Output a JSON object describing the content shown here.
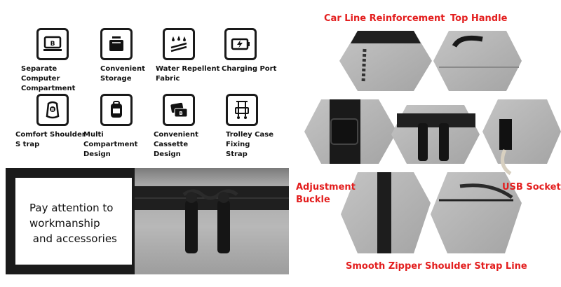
{
  "features": [
    {
      "icon": "laptop-icon",
      "label": "Separate Computer\nCompartment"
    },
    {
      "icon": "storage-box-icon",
      "label": "Convenient\nStorage"
    },
    {
      "icon": "water-drops-icon",
      "label": "Water Repellent\nFabric"
    },
    {
      "icon": "battery-charging-icon",
      "label": "Charging Port"
    },
    {
      "icon": "backpack-straps-icon",
      "label": "Comfort Shoulder\nS trap"
    },
    {
      "icon": "backpack-compartment-icon",
      "label": "Multi Compartment\nDesign"
    },
    {
      "icon": "cards-icon",
      "label": "Convenient Cassette\nDesign"
    },
    {
      "icon": "trolley-icon",
      "label": "Trolley Case Fixing\nStrap"
    }
  ],
  "panel": {
    "text": "Pay attention to\nworkmanship\n and accessories"
  },
  "detail_labels": {
    "car_line": "Car Line Reinforcement",
    "top_handle": "Top Handle",
    "adjustment": "Adjustment\n Buckle",
    "usb": "USB Socket",
    "zipper": "Smooth Zipper",
    "shoulder_line": "Shoulder Strap Line"
  },
  "colors": {
    "label_red": "#e31e1e",
    "panel_dark": "#1b1b1b",
    "fabric_gray": "#b5b5b5"
  }
}
